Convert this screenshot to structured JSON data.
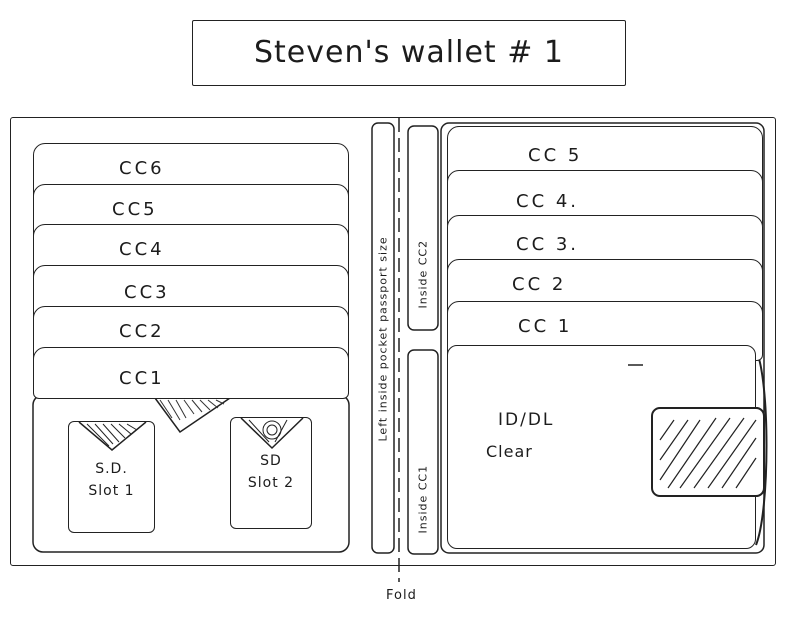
{
  "title": "Steven's wallet # 1",
  "left_cards": [
    "CC6",
    "CC5",
    "CC4",
    "CC3",
    "CC2",
    "CC1"
  ],
  "sd_slots": [
    {
      "label_line1": "S.D.",
      "label_line2": "Slot 1"
    },
    {
      "label_line1": "SD",
      "label_line2": "Slot 2"
    }
  ],
  "passport_pocket_label": "Left inside pocket passport size",
  "inside_cc2_label": "Inside CC2",
  "inside_cc1_label": "Inside CC1",
  "right_cards": [
    "CC 5",
    "CC 4.",
    "CC 3.",
    "CC 2",
    "CC 1"
  ],
  "id_window": {
    "line1": "ID/DL",
    "line2": "Clear"
  },
  "fold_label": "Fold"
}
